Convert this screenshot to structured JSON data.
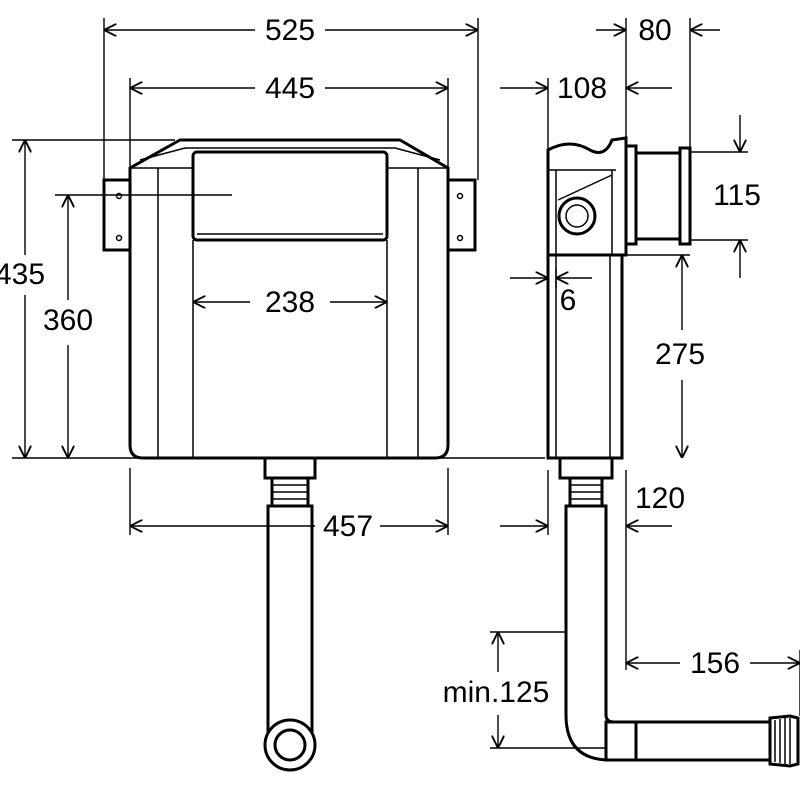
{
  "front_view": {
    "width_overall": "525",
    "width_body": "445",
    "height_overall": "435",
    "height_fixing": "360",
    "width_window": "238",
    "width_base": "457"
  },
  "side_view": {
    "depth_flange": "80",
    "depth_top": "108",
    "flush_pipe_height": "115",
    "offset": "6",
    "height_lower": "275",
    "depth_base": "120",
    "outlet_length": "156",
    "outlet_drop": "min.125"
  }
}
